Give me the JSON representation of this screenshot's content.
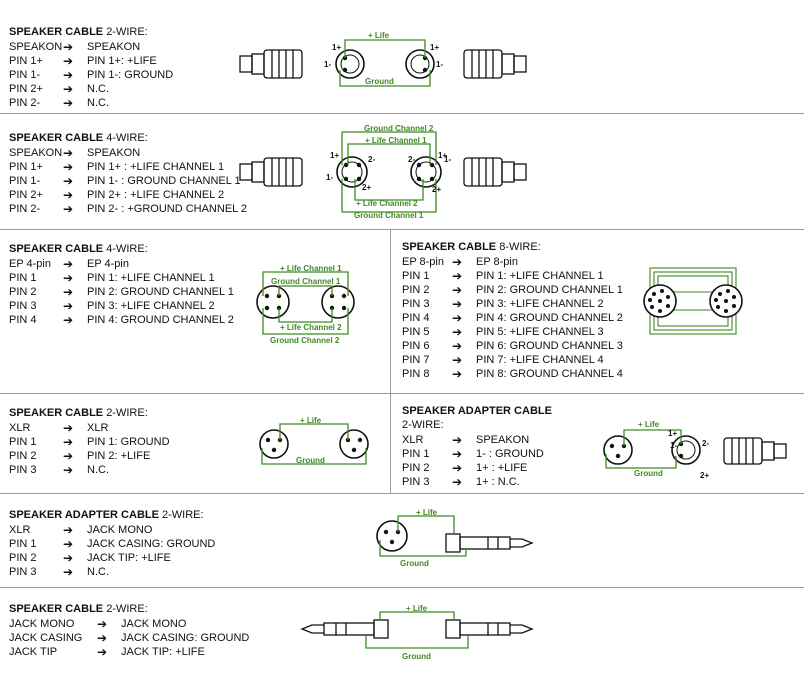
{
  "colors": {
    "wire": "#3f8a24",
    "text": "#111111",
    "separator": "#9a9a9a"
  },
  "arrow": "➔",
  "sections": [
    {
      "title": "SPEAKER CABLE",
      "subtitle": "2-WIRE:",
      "rows": [
        {
          "from": "SPEAKON",
          "to": "SPEAKON"
        },
        {
          "from": "PIN 1+",
          "to": "PIN 1+: +LIFE"
        },
        {
          "from": "PIN 1-",
          "to": "PIN 1-: GROUND"
        },
        {
          "from": "PIN 2+",
          "to": "N.C."
        },
        {
          "from": "PIN 2-",
          "to": "N.C."
        }
      ],
      "diagram": {
        "top": "+ Life",
        "bottom": "Ground",
        "pins": [
          "1+",
          "1-",
          "1-",
          "1+"
        ]
      }
    },
    {
      "title": "SPEAKER CABLE",
      "subtitle": "4-WIRE:",
      "rows": [
        {
          "from": "SPEAKON",
          "to": "SPEAKON"
        },
        {
          "from": "PIN 1+",
          "to": "PIN 1+ : +LIFE CHANNEL 1"
        },
        {
          "from": "PIN 1-",
          "to": "PIN 1- : GROUND CHANNEL 1"
        },
        {
          "from": "PIN 2+",
          "to": "PIN 2+ : +LIFE CHANNEL 2"
        },
        {
          "from": "PIN 2-",
          "to": "PIN 2- : +GROUND CHANNEL 2"
        }
      ],
      "diagram": {
        "labels": [
          "Ground Channel 2",
          "+ Life Channel 1",
          "+ Life Channel 2",
          "Ground Channel 1"
        ],
        "pins": [
          "1+",
          "1-",
          "2-",
          "2+",
          "1+",
          "1-",
          "2-",
          "2+"
        ]
      }
    },
    {
      "title": "SPEAKER CABLE",
      "subtitle": "4-WIRE:",
      "rows": [
        {
          "from": "EP 4-pin",
          "to": "EP 4-pin"
        },
        {
          "from": "PIN 1",
          "to": "PIN 1: +LIFE CHANNEL 1"
        },
        {
          "from": "PIN 2",
          "to": "PIN 2: GROUND CHANNEL 1"
        },
        {
          "from": "PIN 3",
          "to": "PIN 3: +LIFE CHANNEL 2"
        },
        {
          "from": "PIN 4",
          "to": "PIN 4: GROUND CHANNEL 2"
        }
      ],
      "diagram": {
        "labels": [
          "+ Life Channel 1",
          "Ground Channel 1",
          "+ Life Channel 2",
          "Ground Channel 2"
        ]
      }
    },
    {
      "title": "SPEAKER CABLE",
      "subtitle": "8-WIRE:",
      "rows": [
        {
          "from": "EP 8-pin",
          "to": "EP 8-pin"
        },
        {
          "from": "PIN 1",
          "to": "PIN 1: +LIFE CHANNEL 1"
        },
        {
          "from": "PIN 2",
          "to": "PIN 2: GROUND CHANNEL 1"
        },
        {
          "from": "PIN 3",
          "to": "PIN 3: +LIFE CHANNEL 2"
        },
        {
          "from": "PIN 4",
          "to": "PIN 4: GROUND CHANNEL 2"
        },
        {
          "from": "PIN 5",
          "to": "PIN 5: +LIFE CHANNEL 3"
        },
        {
          "from": "PIN 6",
          "to": "PIN 6: GROUND CHANNEL 3"
        },
        {
          "from": "PIN 7",
          "to": "PIN 7: +LIFE CHANNEL 4"
        },
        {
          "from": "PIN 8",
          "to": "PIN 8: GROUND CHANNEL 4"
        }
      ]
    },
    {
      "title": "SPEAKER CABLE",
      "subtitle": "2-WIRE:",
      "rows": [
        {
          "from": "XLR",
          "to": "XLR"
        },
        {
          "from": "PIN 1",
          "to": "PIN 1: GROUND"
        },
        {
          "from": "PIN 2",
          "to": "PIN 2: +LIFE"
        },
        {
          "from": "PIN 3",
          "to": "N.C."
        }
      ],
      "diagram": {
        "top": "+ Life",
        "bottom": "Ground"
      }
    },
    {
      "title": "SPEAKER ADAPTER CABLE",
      "subtitle": "2-WIRE:",
      "rows": [
        {
          "from": "XLR",
          "to": "SPEAKON"
        },
        {
          "from": "PIN 1",
          "to": "1- : GROUND"
        },
        {
          "from": "PIN 2",
          "to": "1+ : +LIFE"
        },
        {
          "from": "PIN 3",
          "to": "1+ : N.C."
        }
      ],
      "diagram": {
        "top": "+ Life",
        "bottom": "Ground",
        "pins": [
          "1+",
          "1-",
          "2-",
          "2+"
        ]
      }
    },
    {
      "title": "SPEAKER ADAPTER CABLE",
      "subtitle": "2-WIRE:",
      "rows": [
        {
          "from": "XLR",
          "to": "JACK MONO"
        },
        {
          "from": "PIN 1",
          "to": "JACK CASING: GROUND"
        },
        {
          "from": "PIN 2",
          "to": "JACK TIP: +LIFE"
        },
        {
          "from": "PIN 3",
          "to": "N.C."
        }
      ],
      "diagram": {
        "top": "+ Life",
        "bottom": "Ground"
      }
    },
    {
      "title": "SPEAKER CABLE",
      "subtitle": "2-WIRE:",
      "rows": [
        {
          "from": "JACK MONO",
          "to": "JACK MONO"
        },
        {
          "from": "JACK CASING",
          "to": "JACK CASING: GROUND"
        },
        {
          "from": "JACK TIP",
          "to": "JACK TIP: +LIFE"
        }
      ],
      "diagram": {
        "top": "+ Life",
        "bottom": "Ground"
      }
    }
  ]
}
